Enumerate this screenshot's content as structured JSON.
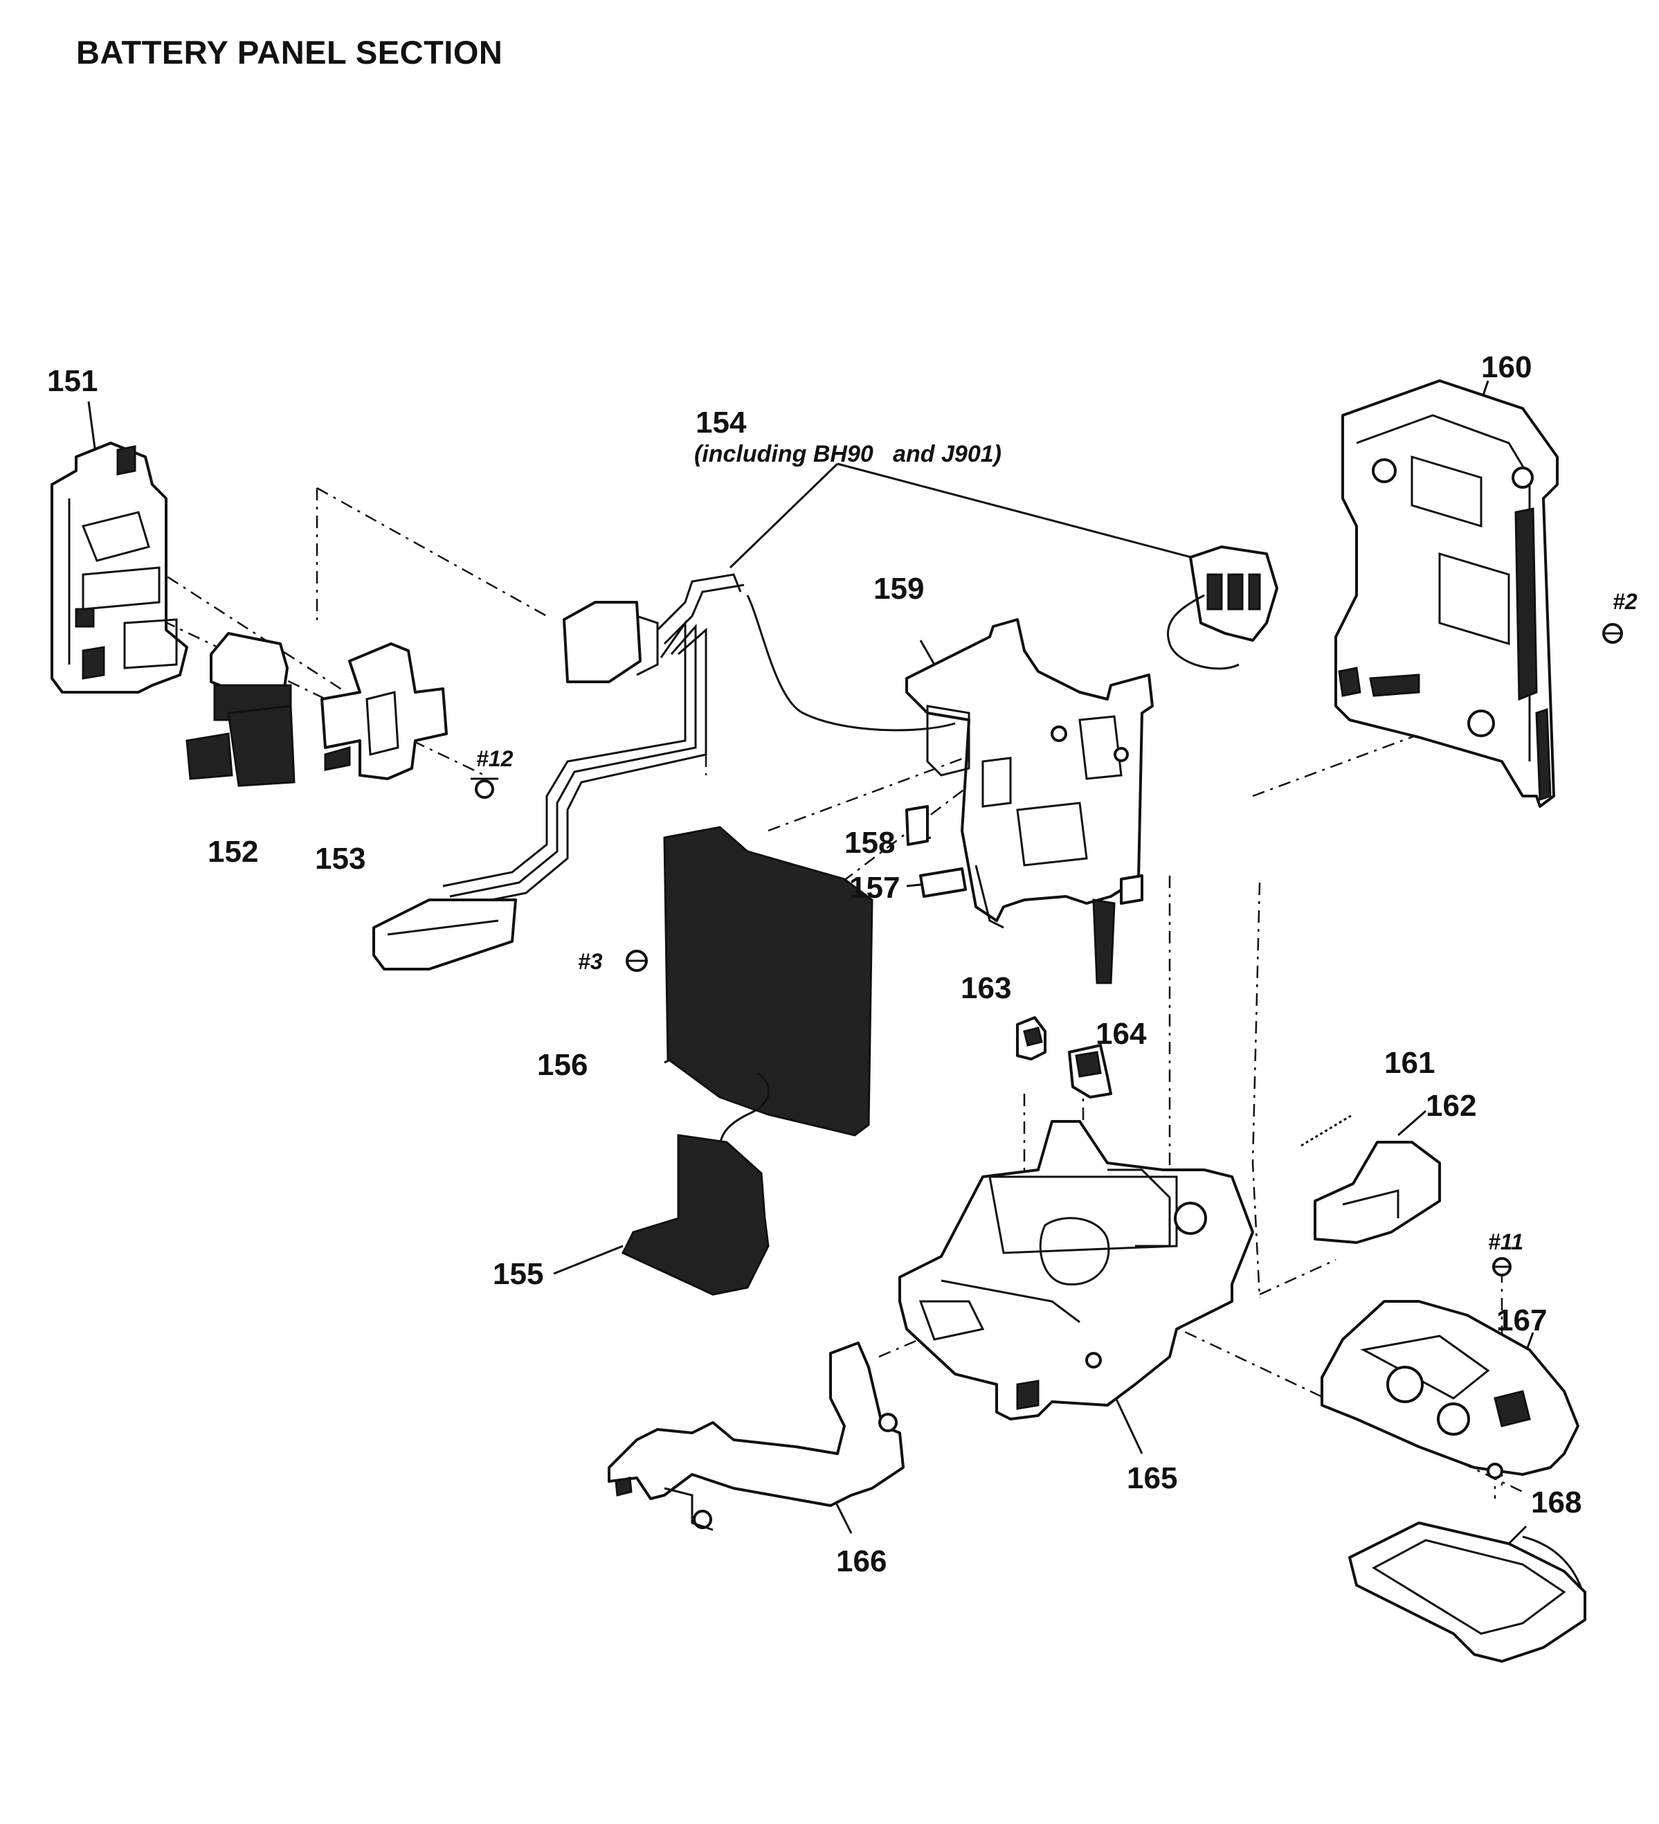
{
  "title": "BATTERY PANEL SECTION",
  "parts": {
    "p151": "151",
    "p152": "152",
    "p153": "153",
    "p154": "154",
    "p154_note": "(including BH90   and J901)",
    "p155": "155",
    "p156": "156",
    "p157": "157",
    "p158": "158",
    "p159": "159",
    "p160": "160",
    "p161": "161",
    "p162": "162",
    "p163": "163",
    "p164": "164",
    "p165": "165",
    "p166": "166",
    "p167": "167",
    "p168": "168"
  },
  "screws": {
    "s2": "#2",
    "s3": "#3",
    "s11": "#11",
    "s12": "#12"
  }
}
